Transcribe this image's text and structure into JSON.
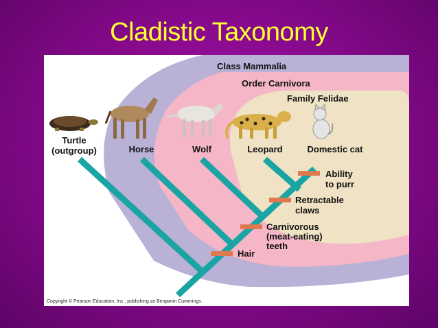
{
  "slide": {
    "title": "Cladistic Taxonomy"
  },
  "groups": {
    "class": "Class Mammalia",
    "order": "Order Carnivora",
    "family": "Family Felidae"
  },
  "taxa": [
    {
      "line1": "Turtle",
      "line2": "(outgroup)"
    },
    {
      "line1": "Horse"
    },
    {
      "line1": "Wolf"
    },
    {
      "line1": "Leopard"
    },
    {
      "line1": "Domestic cat"
    }
  ],
  "characters": [
    {
      "line1": "Ability",
      "line2": "to purr"
    },
    {
      "line1": "Retractable",
      "line2": "claws"
    },
    {
      "line1": "Carnivorous",
      "line2": "(meat-eating)",
      "line3": "teeth"
    },
    {
      "line1": "Hair"
    }
  ],
  "copyright": "Copyright © Pearson Education, Inc., publishing as Benjamin Cummings.",
  "colors": {
    "background": "#8a0a8f",
    "title": "#ffff33",
    "mammalia": "#b9b1d6",
    "carnivora": "#f5b6c7",
    "felidae": "#f0e2c4",
    "branches": "#1aa4a4",
    "character_marks": "#e07850"
  }
}
